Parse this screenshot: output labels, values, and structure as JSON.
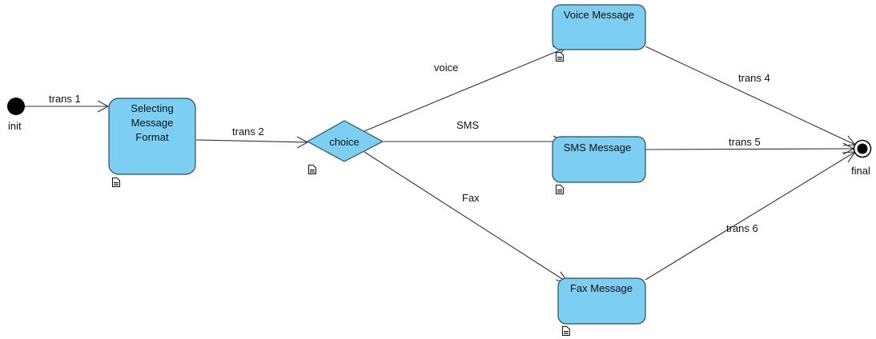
{
  "colors": {
    "state_fill": "#7ccff3",
    "state_stroke": "#2f4a5a",
    "edge": "#333333",
    "initial": "#000000"
  },
  "nodes": {
    "init": {
      "label": "init"
    },
    "selecting": {
      "line1": "Selecting",
      "line2": "Message",
      "line3": "Format"
    },
    "choice": {
      "label": "choice"
    },
    "voice": {
      "label": "Voice Message"
    },
    "sms": {
      "label": "SMS Message"
    },
    "fax": {
      "label": "Fax Message"
    },
    "final": {
      "label": "final"
    }
  },
  "edges": {
    "trans1": "trans 1",
    "trans2": "trans 2",
    "voice": "voice",
    "sms": "SMS",
    "fax": "Fax",
    "trans4": "trans 4",
    "trans5": "trans 5",
    "trans6": "trans 6"
  },
  "icons": {
    "documentation": "document-icon"
  }
}
